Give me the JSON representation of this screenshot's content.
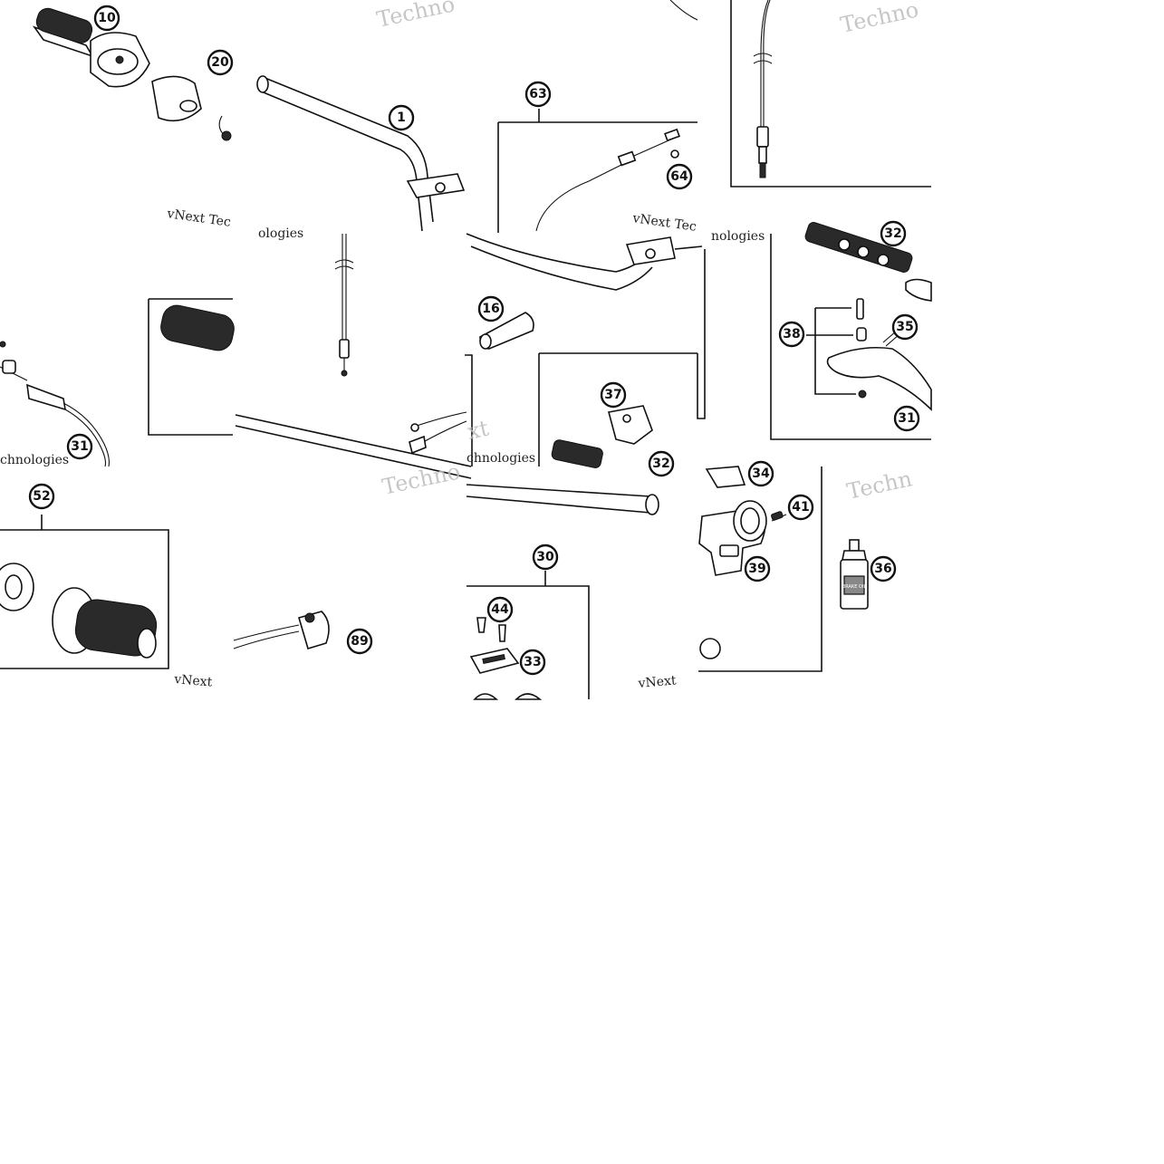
{
  "callouts": {
    "c10": "10",
    "c20": "20",
    "c1": "1",
    "c63": "63",
    "c64": "64",
    "c16": "16",
    "c37": "37",
    "c32a": "32",
    "c32b": "32",
    "c38": "38",
    "c35": "35",
    "c31a": "31",
    "c31b": "31",
    "c52": "52",
    "c34": "34",
    "c41": "41",
    "c39": "39",
    "c36": "36",
    "c30": "30",
    "c44": "44",
    "c33": "33",
    "c89": "89"
  },
  "watermarks": {
    "w1": "Techno",
    "w2": "Techno",
    "w3": "vNext Tec",
    "w4": "vNext Tec",
    "w5": "ologies",
    "w6": "nologies",
    "w7": "xt",
    "w8": "chnologies",
    "w9": "Techno",
    "w10": "Techn",
    "w11": "chnologies",
    "w12": "vNext",
    "w13": "vNext"
  },
  "labels": {
    "oil_bottle": "BRAKE OIL"
  }
}
